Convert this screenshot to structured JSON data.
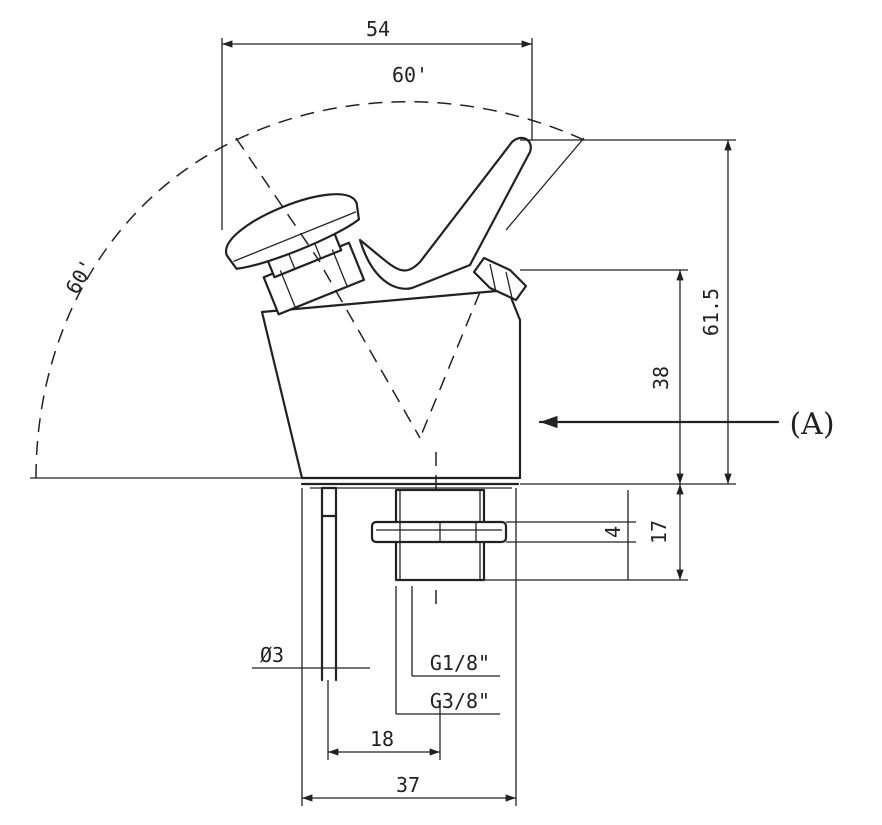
{
  "labels": {
    "top_width": "54",
    "angle_right": "60'",
    "angle_left": "60'",
    "height_total": "61.5",
    "height_body": "38",
    "view_marker": "(A)",
    "nut_thickness": "4",
    "shank_length": "17",
    "pin_diameter": "Ø3",
    "thread_inner": "G1/8\"",
    "thread_outer": "G3/8\"",
    "offset": "18",
    "base_width": "37"
  }
}
